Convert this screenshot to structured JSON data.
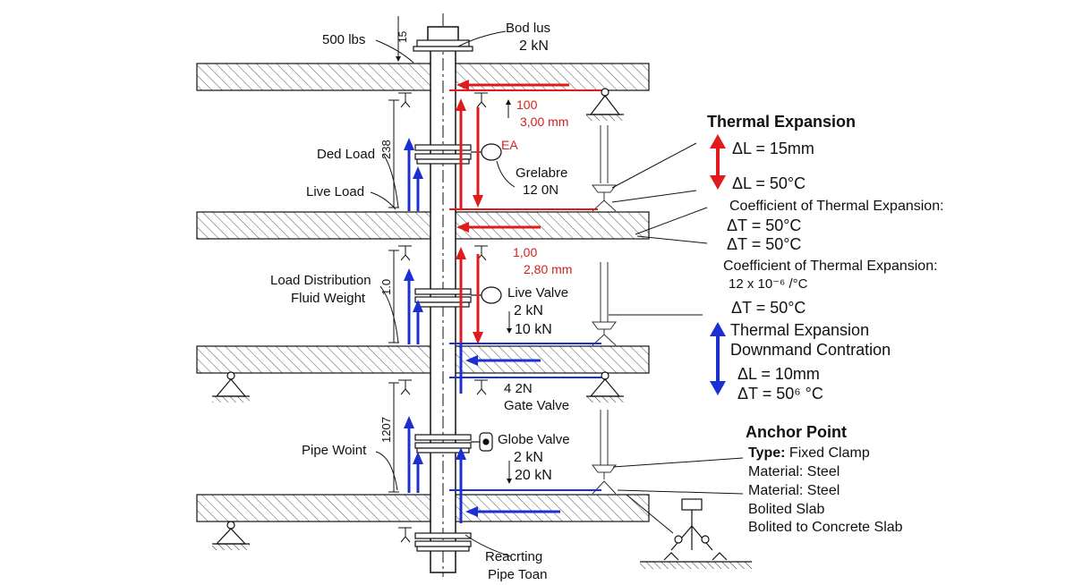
{
  "colors": {
    "line": "#111111",
    "slab_hatch": "#555555",
    "thermal_red": "#e01b1b",
    "contraction_blue": "#1c2fd0",
    "support_grey": "#444444"
  },
  "left_labels": {
    "top_load": "500 lbs",
    "dim_top": "15",
    "dead_load": "Ded Load",
    "live_load": "Live Load",
    "dim_a": "238",
    "load_distribution": "Load Distribution",
    "fluid_weight": "Fluid Weight",
    "dim_b": "1.0",
    "pipe_weight": "Pipe Woint",
    "dim_c": "1207"
  },
  "top_callout": {
    "line1": "Bod lus",
    "line2": "2 kN"
  },
  "red_labels": {
    "level1_a": "100",
    "level1_b": "3,00 mm",
    "ea": "EA",
    "level2_a": "1,00",
    "level2_b": "2,80 mm"
  },
  "mid_labels": {
    "grelabre": "Grelabre",
    "grelabre_val": "12 0N",
    "live_valve": "Live Valve",
    "live_valve_v1": "2 kN",
    "live_valve_v2": "10 kN",
    "gate_load": "4 2N",
    "gate_valve": "Gate Valve",
    "globe_valve": "Globe Valve",
    "globe_v1": "2 kN",
    "globe_v2": "20 kN"
  },
  "bottom_callout": {
    "line1": "Reacrting",
    "line2": "Pipe Toan"
  },
  "thermal": {
    "title": "Thermal Expansion",
    "dl1": "ΔL = 15mm",
    "dl2": "ΔL = 50°C",
    "coeff1": "Coefficient of Thermal Expansion:",
    "dt1": "ΔT = 50°C",
    "dt2": "ΔT = 50°C",
    "coeff2": "Coefficient of Thermal Expansion:",
    "coeff_val": "12 x 10⁻⁶ /°C",
    "dt3": "ΔT = 50°C",
    "exp_title": "Thermal Expansion",
    "contraction": "Downmand Contration",
    "dl3": "ΔL = 10mm",
    "dt4": "ΔT = 50⁶ °C"
  },
  "anchor": {
    "title": "Anchor Point",
    "type_label": "Type:",
    "type_value": " Fixed Clamp",
    "material1": "Material: Steel",
    "material2": "Material: Steel",
    "bolted": "Bolited Slab",
    "bolted_full": "Bolited to Concrete Slab"
  }
}
